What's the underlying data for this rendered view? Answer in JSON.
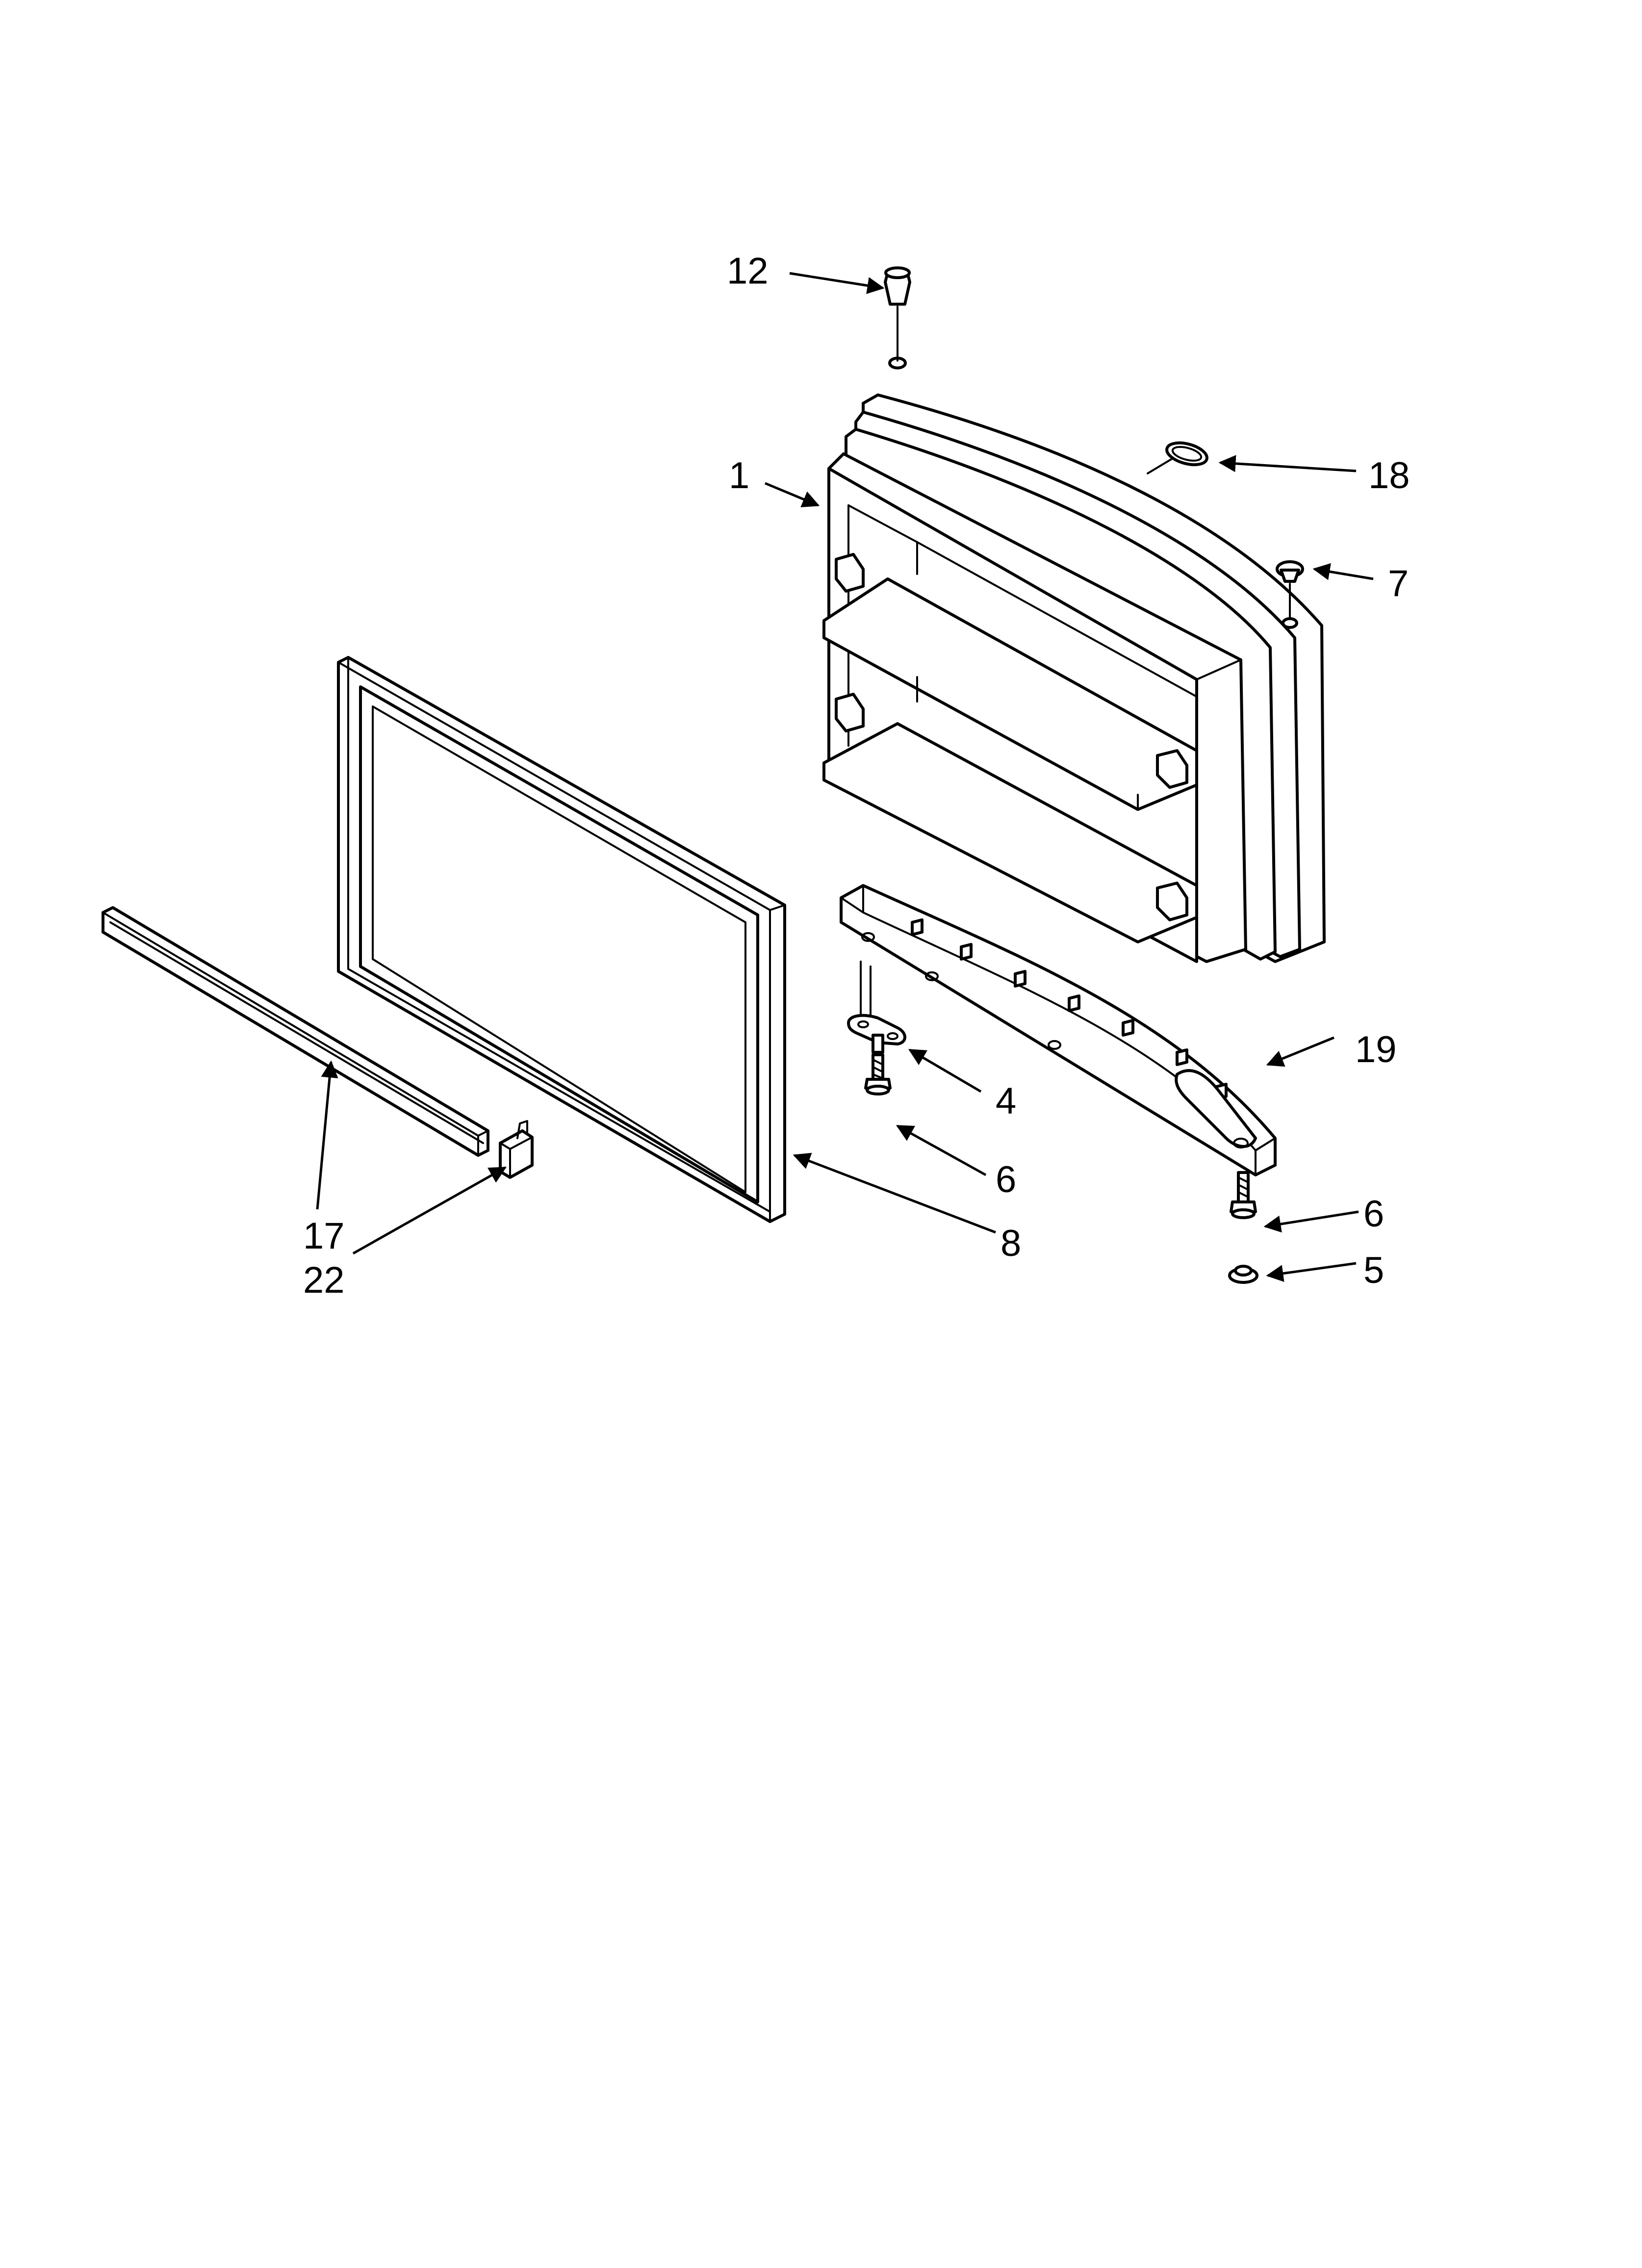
{
  "callouts": {
    "c12": "12",
    "c1": "1",
    "c18": "18",
    "c7": "7",
    "c19": "19",
    "c4": "4",
    "c6a": "6",
    "c6b": "6",
    "c5": "5",
    "c8": "8",
    "c17": "17",
    "c22": "22"
  },
  "colors": {
    "line": "#000000",
    "background": "#ffffff"
  }
}
